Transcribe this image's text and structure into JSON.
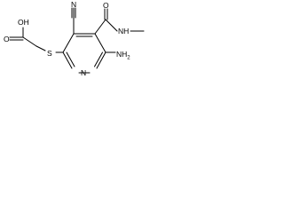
{
  "labels": {
    "nitrile_n": "N",
    "sulfur": "S",
    "carbonyl_o_left": "O",
    "hydroxyl": "OH",
    "ring_n": "N",
    "carbonyl_o_right": "O",
    "amide_nh": "NH",
    "amino": "NH",
    "amino_sub": "2"
  },
  "colors": {
    "line": "#000000",
    "background": "#ffffff"
  }
}
